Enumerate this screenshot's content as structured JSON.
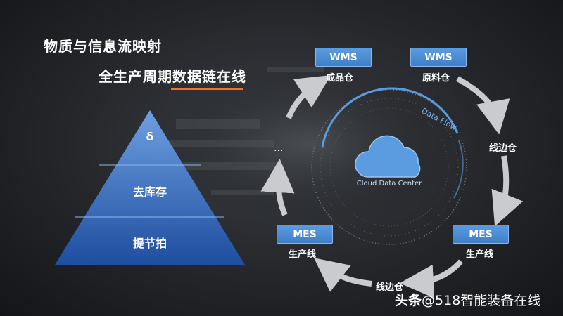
{
  "title": {
    "line1": "物质与信息流映射",
    "line2": "全生产周期数据链在线"
  },
  "pyramid": {
    "levels": [
      "δ",
      "去库存",
      "提节拍"
    ],
    "colors": {
      "top": "#5b8ed6",
      "bottom": "#1f4da0"
    }
  },
  "cycle": {
    "center_label": "Cloud Data Center",
    "ring_label": "Data Flow",
    "ellipsis": "...",
    "nodes": {
      "wms_finished": {
        "badge": "WMS",
        "label": "成品仓"
      },
      "wms_raw": {
        "badge": "WMS",
        "label": "原料仓"
      },
      "line_side_right": {
        "label": "线边仓"
      },
      "mes_right": {
        "badge": "MES",
        "label": "生产线"
      },
      "line_side_bottom": {
        "label": "线边仓"
      },
      "mes_left": {
        "badge": "MES",
        "label": "生产线"
      }
    },
    "arrow_color": "#c9cbce",
    "accent_color": "#5b9be0"
  },
  "watermark": {
    "prefix": "头条",
    "text": "@518智能装备在线"
  },
  "accent_underline_color": "#e8792a"
}
